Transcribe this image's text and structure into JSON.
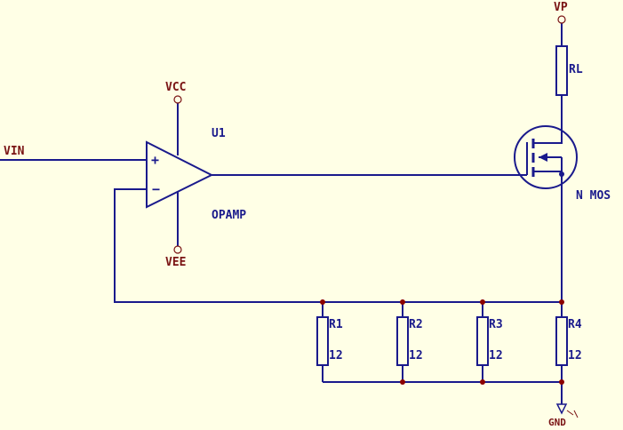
{
  "nets": {
    "vin": "VIN",
    "vcc": "VCC",
    "vee": "VEE",
    "vp": "VP",
    "gnd": "GND"
  },
  "opamp": {
    "ref": "U1",
    "value": "OPAMP",
    "plus": "+",
    "minus": "−"
  },
  "mosfet": {
    "value": "N MOS"
  },
  "load": {
    "ref": "RL"
  },
  "resistors": [
    {
      "ref": "R1",
      "value": "12"
    },
    {
      "ref": "R2",
      "value": "12"
    },
    {
      "ref": "R3",
      "value": "12"
    },
    {
      "ref": "R4",
      "value": "12"
    }
  ],
  "colors": {
    "background": "#ffffe6",
    "wire": "#1a1a8c",
    "net_label": "#7a1414",
    "junction": "#8b0000"
  }
}
